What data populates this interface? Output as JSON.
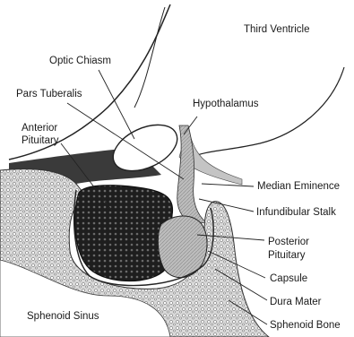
{
  "labels": {
    "third_ventricle": "Third Ventricle",
    "optic_chiasm": "Optic Chiasm",
    "pars_tuberalis": "Pars Tuberalis",
    "hypothalamus": "Hypothalamus",
    "anterior_pituitary_line1": "Anterior",
    "anterior_pituitary_line2": "Pituitary",
    "median_eminence": "Median Eminence",
    "infundibular_stalk": "Infundibular Stalk",
    "posterior_pituitary_line1": "Posterior",
    "posterior_pituitary_line2": "Pituitary",
    "capsule": "Capsule",
    "dura_mater": "Dura Mater",
    "sphenoid_sinus": "Sphenoid Sinus",
    "sphenoid_bone": "Sphenoid Bone"
  },
  "colors": {
    "ink": "#1a1a1a",
    "stalk_shading": "#b9b9b9",
    "bone": "#dcdcdc",
    "gland": "#2b2b2b"
  }
}
